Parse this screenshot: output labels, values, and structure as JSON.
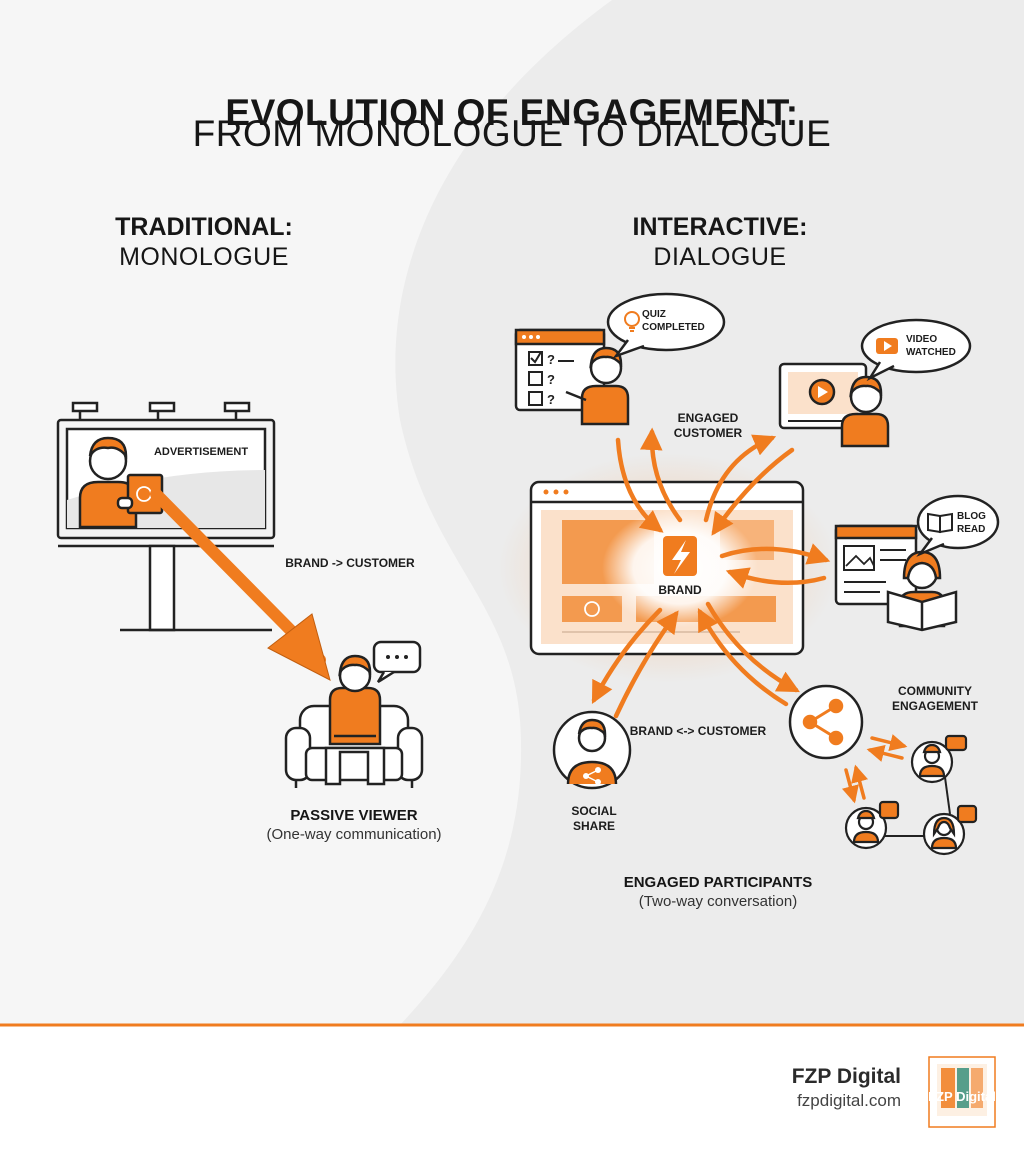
{
  "colors": {
    "accent": "#f07c1f",
    "ink": "#222222",
    "panel": "#eeeeee"
  },
  "title": {
    "line1": "EVOLUTION  OF ENGAGEMENT:",
    "line2": "FROM MONOLOGUE TO DIALOGUE"
  },
  "traditional": {
    "heading": "TRADITIONAL:",
    "subheading": "MONOLOGUE",
    "billboard_label": "ADVERTISEMENT",
    "flow_label": "BRAND -> CUSTOMER",
    "viewer_title": "PASSIVE VIEWER",
    "viewer_caption": "(One-way communication)"
  },
  "interactive": {
    "heading": "INTERACTIVE:",
    "subheading": "DIALOGUE",
    "center_label": "BRAND",
    "quiz_bubble": [
      "QUIZ",
      "COMPLETED"
    ],
    "video_bubble": [
      "VIDEO",
      "WATCHED"
    ],
    "blog_bubble": [
      "BLOG",
      "READ"
    ],
    "engaged_customer": [
      "ENGAGED",
      "CUSTOMER"
    ],
    "community": [
      "COMMUNITY",
      "ENGAGEMENT"
    ],
    "social": [
      "SOCIAL",
      "SHARE"
    ],
    "flow_label": "BRAND <-> CUSTOMER",
    "participants_title": "ENGAGED PARTICIPANTS",
    "participants_caption": "(Two-way conversation)"
  },
  "footer": {
    "brand": "FZP Digital",
    "url": "fzpdigital.com",
    "logo_text": "FZP Digital"
  }
}
